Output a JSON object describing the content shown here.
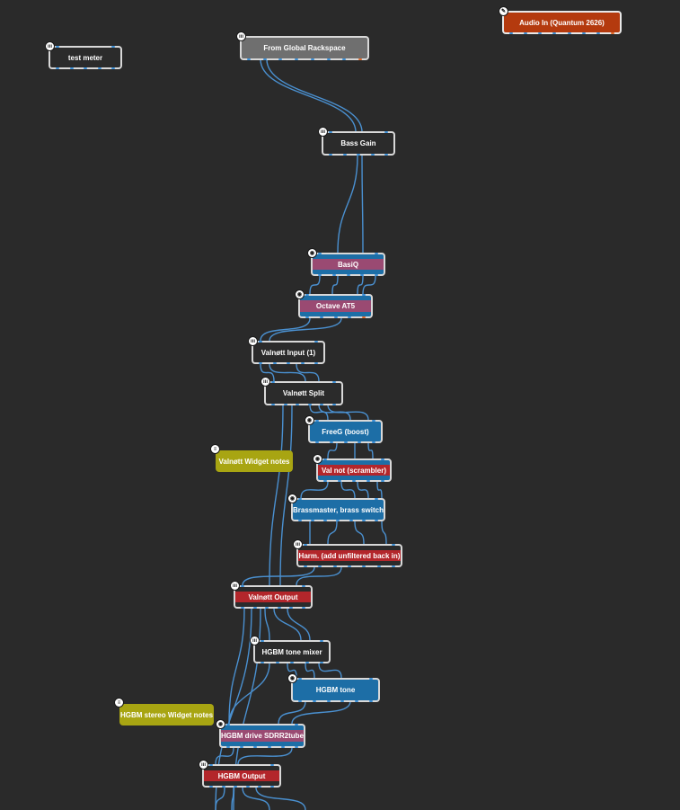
{
  "canvas_title": "",
  "nodes": [
    {
      "id": "test-meter",
      "label": "test meter",
      "style": "plain",
      "icon": "plugin-icon"
    },
    {
      "id": "from-global",
      "label": "From Global Rackspace",
      "style": "grey",
      "icon": "plugin-icon"
    },
    {
      "id": "audio-in",
      "label": "Audio In (Quantum 2626)",
      "style": "orange",
      "icon": "edit-icon"
    },
    {
      "id": "bass-gain",
      "label": "Bass Gain",
      "style": "plain",
      "icon": "plugin-icon"
    },
    {
      "id": "basiq",
      "label": "BasiQ",
      "style": "pinkband",
      "icon": "plugin-icon"
    },
    {
      "id": "octave",
      "label": "Octave AT5",
      "style": "pinkband",
      "icon": "plugin-icon"
    },
    {
      "id": "valnott-input",
      "label": "Valnøtt Input (1)",
      "style": "plain",
      "icon": "plugin-icon"
    },
    {
      "id": "valnott-split",
      "label": "Valnøtt Split",
      "style": "plain",
      "icon": "plugin-icon"
    },
    {
      "id": "freeg",
      "label": "FreeG (boost)",
      "style": "blue",
      "icon": "plugin-icon"
    },
    {
      "id": "valnott-notes",
      "label": "Valnøtt Widget notes",
      "style": "note",
      "icon": "note-icon"
    },
    {
      "id": "val-not",
      "label": "Val not (scrambler)",
      "style": "bluepinkred",
      "icon": "plugin-icon"
    },
    {
      "id": "brassmaster",
      "label": "Brassmaster, brass switch",
      "style": "blue",
      "icon": "plugin-icon"
    },
    {
      "id": "harm",
      "label": "Harm. (add unfiltered back in)",
      "style": "red",
      "icon": "plugin-icon"
    },
    {
      "id": "valnott-output",
      "label": "Valnøtt Output",
      "style": "red",
      "icon": "plugin-icon"
    },
    {
      "id": "hgbm-mixer",
      "label": "HGBM tone mixer",
      "style": "plain",
      "icon": "plugin-icon"
    },
    {
      "id": "hgbm-tone",
      "label": "HGBM tone",
      "style": "blue",
      "icon": "plugin-icon"
    },
    {
      "id": "hgbm-notes",
      "label": "HGBM stereo Widget notes",
      "style": "note",
      "icon": "note-icon"
    },
    {
      "id": "hgbm-drive",
      "label": "HGBM drive SDRR2tube",
      "style": "pinkband",
      "icon": "plugin-icon"
    },
    {
      "id": "hgbm-output",
      "label": "HGBM Output",
      "style": "red",
      "icon": "plugin-icon"
    }
  ],
  "colors": {
    "background": "#2a2a2a",
    "wire": "#4a90d0",
    "node_border": "#d8d8d8",
    "blue_node": "#1d6ea6",
    "red_band": "#b3262b",
    "pink_band": "#9a4a72",
    "orange_node": "#b43a0e",
    "note_node": "#a8a512"
  }
}
